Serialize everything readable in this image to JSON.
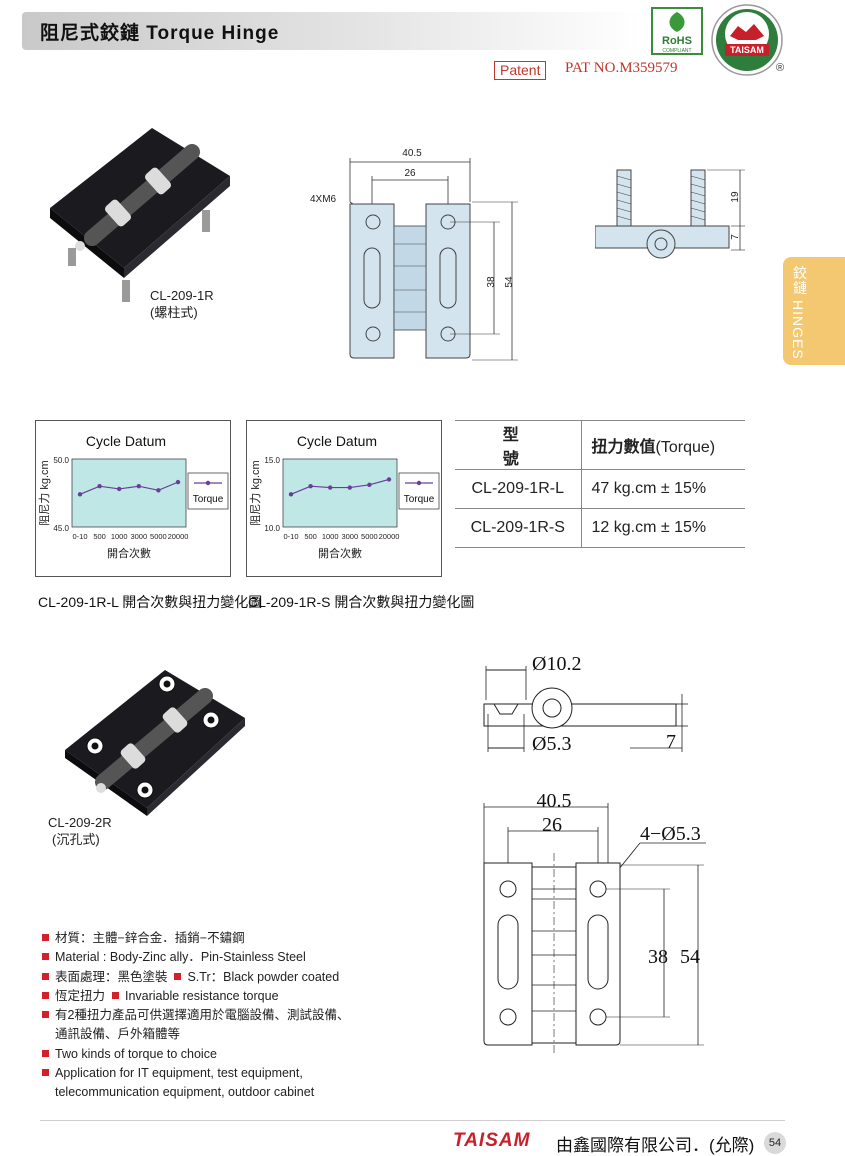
{
  "header": {
    "title": "阻尼式鉸鏈  Torque Hinge",
    "patent_label": "Patent",
    "patent_no": "PAT NO.M359579",
    "registered": "®",
    "rohs": "RoHS",
    "rohs_sub": "COMPLIANT",
    "logo_text": "TAISAM"
  },
  "side_tab": {
    "zh": "鉸鏈",
    "en": "HINGES"
  },
  "product1": {
    "model": "CL-209-1R",
    "type": "(螺柱式)"
  },
  "product2": {
    "model": "CL-209-2R",
    "type": "(沉孔式)"
  },
  "drawing1": {
    "d_width": "40.5",
    "d_pitch": "26",
    "thread": "4XM6",
    "d_h1": "38",
    "d_h2": "54",
    "side_h1": "19",
    "side_h2": "7"
  },
  "drawing2": {
    "d_dia_top": "Ø10.2",
    "d_dia_bottom": "Ø5.3",
    "d_h": "7",
    "d_width": "40.5",
    "d_pitch": "26",
    "holes": "4−Ø5.3",
    "d_h1": "38",
    "d_h2": "54"
  },
  "charts": {
    "colors": {
      "plot_bg": "#bfe7e6",
      "line": "#6a3d9a",
      "border": "#555555"
    },
    "caption_L": "CL-209-1R-L 開合次數與扭力變化圖",
    "caption_S": "CL-209-1R-S 開合次數與扭力變化圖",
    "chart_data": [
      {
        "type": "line",
        "title": "Cycle Datum",
        "xlabel": "開合次數",
        "ylabel": "阻尼力 kg.cm",
        "categories": [
          "0-10",
          "500",
          "1000",
          "3000",
          "5000",
          "20000"
        ],
        "ylim": [
          45.0,
          50.0
        ],
        "ytick_labels": [
          "50.0",
          "45.0"
        ],
        "grid": false,
        "legend": "right",
        "series": [
          {
            "name": "Torque",
            "values": [
              47.4,
              48.0,
              47.8,
              48.0,
              47.7,
              48.3
            ]
          }
        ]
      },
      {
        "type": "line",
        "title": "Cycle Datum",
        "xlabel": "開合次數",
        "ylabel": "阻尼力 kg.cm",
        "categories": [
          "0-10",
          "500",
          "1000",
          "3000",
          "5000",
          "20000"
        ],
        "ylim": [
          10.0,
          15.0
        ],
        "ytick_labels": [
          "15.0",
          "10.0"
        ],
        "grid": false,
        "legend": "right",
        "series": [
          {
            "name": "Torque",
            "values": [
              12.4,
              13.0,
              12.9,
              12.9,
              13.1,
              13.5
            ]
          }
        ]
      }
    ]
  },
  "spec_table": {
    "headers": [
      "型號",
      "扭力數值",
      "(Torque)"
    ],
    "rows": [
      {
        "model": "CL-209-1R-L",
        "torque": "47 kg.cm ± 15%"
      },
      {
        "model": "CL-209-1R-S",
        "torque": "12 kg.cm ± 15%"
      }
    ]
  },
  "features": [
    "材質：主體−鋅合金．插銷−不鏽鋼",
    "Material : Body-Zinc ally．Pin-Stainless Steel",
    "表面處理：黑色塗裝",
    "S.Tr：Black powder coated",
    "恆定扭力",
    "Invariable resistance torque",
    "有2種扭力產品可供選擇適用於電腦設備、測試設備、",
    "通訊設備、戶外箱體等",
    "Two kinds of torque to choice",
    "Application for IT equipment, test equipment,",
    "telecommunication equipment, outdoor cabinet"
  ],
  "footer": {
    "brand": "TAISAM",
    "company": "由鑫國際有限公司．(允際)",
    "page": "54"
  }
}
